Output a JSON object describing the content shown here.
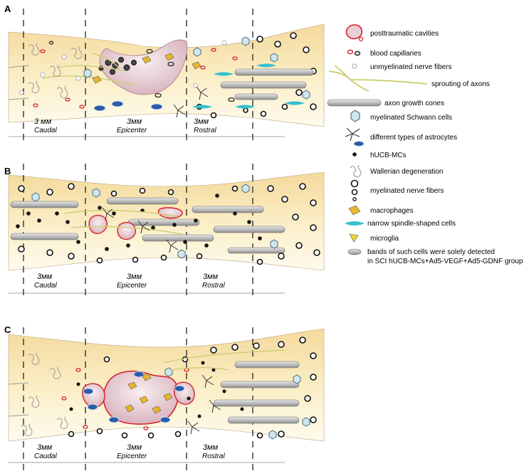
{
  "panels": [
    {
      "letter": "A",
      "zones": [
        {
          "size": "3 мм",
          "name": "Caudal"
        },
        {
          "size": "3мм",
          "name": "Epicenter"
        },
        {
          "size": "3мм",
          "name": "Rostral"
        }
      ]
    },
    {
      "letter": "B",
      "zones": [
        {
          "size": "3мм",
          "name": "Caudal"
        },
        {
          "size": "3мм",
          "name": "Epicenter"
        },
        {
          "size": "3мм",
          "name": "Rostral"
        }
      ]
    },
    {
      "letter": "C",
      "zones": [
        {
          "size": "3мм",
          "name": "Caudal"
        },
        {
          "size": "3мм",
          "name": "Epicenter"
        },
        {
          "size": "3мм",
          "name": "Rostral"
        }
      ]
    }
  ],
  "legend": {
    "posttraumatic_cavities": "posttraumatic cavities",
    "blood_capillaries": "blood capillaries",
    "unmyelinated_nerve_fibers": "unmyelinated nerve fibers",
    "sprouting_of_axons": "sprouting of axons",
    "axon_growth_cones": "axon growth cones",
    "myelinated_schwann_cells": "myelinated Schwann cells",
    "astrocytes": "different types of astrocytes",
    "hucb_mcs": "hUCB-MCs",
    "wallerian_degeneration": "Wallerian degeneration",
    "myelinated_nerve_fibers": "myelinated nerve fibers",
    "macrophages": "macrophages",
    "narrow_spindle_cells": "narrow spindle-shaped cells",
    "microglia": "microglia",
    "bands_line1": "bands of such cells were solely detected",
    "bands_line2": "in SCI hUCB-MCs+Ad5-VEGF+Ad5-GDNF group"
  },
  "colors": {
    "tissue_light": "#fdf6dc",
    "tissue_dark": "#f3d79a",
    "cavity_fill": "#ead0d6",
    "cavity_stroke": "#d6202a",
    "capillary_red": "#d6202a",
    "schwann_fill": "#cfe6ef",
    "astro_blue": "#2a5caa",
    "sprout": "#cfcf7a",
    "spindle_cyan": "#35c0cf",
    "macrophage": "#e8b62a",
    "axon_gray": "#a8a8a8"
  }
}
